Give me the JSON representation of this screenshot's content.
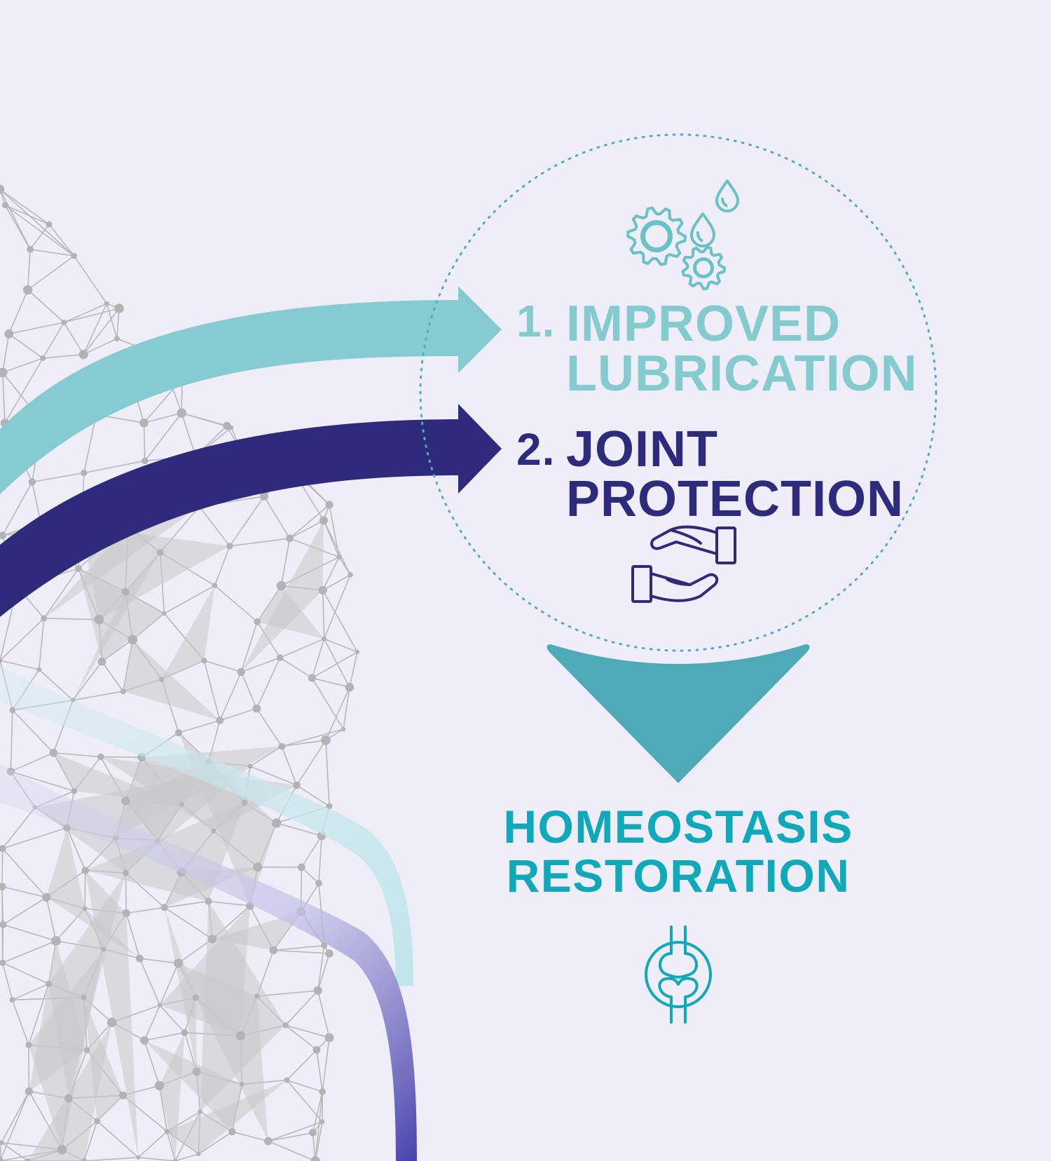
{
  "steps": [
    {
      "number": "1.",
      "line1": "IMPROVED",
      "line2": "LUBRICATION",
      "color": "#84cbd0",
      "icon": "gears-drops-icon"
    },
    {
      "number": "2.",
      "line1": "JOINT",
      "line2": "PROTECTION",
      "color": "#2e2a7c",
      "icon": "protecting-hands-icon"
    }
  ],
  "result": {
    "line1": "HOMEOSTASIS",
    "line2": "RESTORATION",
    "color": "#10a9bb",
    "icon": "knee-joint-icon"
  },
  "colors": {
    "background": "#efedf7",
    "arrow_light": "#86cbd1",
    "arrow_dark": "#2e2a7c",
    "down_arrow": "#4ea9b8",
    "circle_dots": "#54aeb9",
    "mesh": "#b9b9bb"
  }
}
